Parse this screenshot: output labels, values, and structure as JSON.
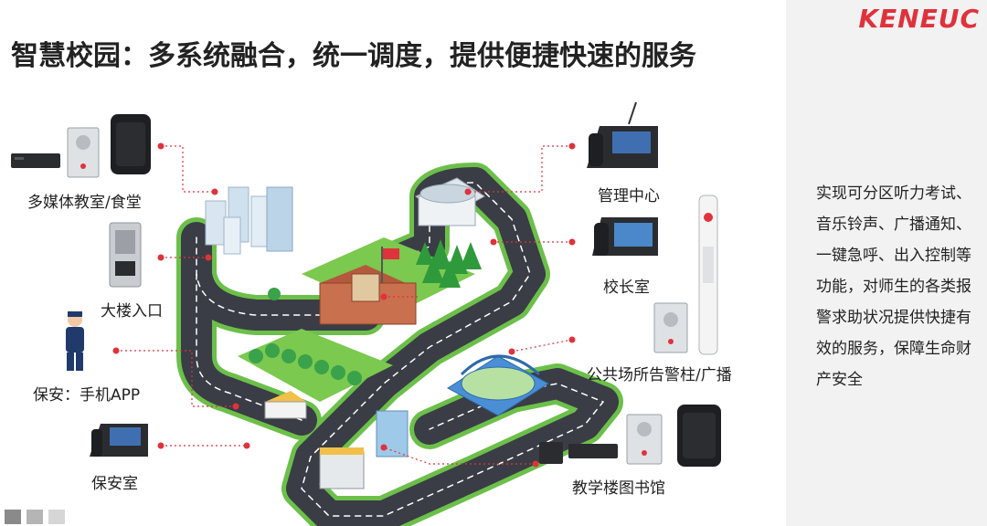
{
  "brand": {
    "logo_text": "KENEUC",
    "accent": "#e0323c"
  },
  "title": "智慧校园：多系统融合，统一调度，提供便捷快速的服务",
  "description": "实现可分区听力考试、音乐铃声、广播通知、一键急呼、出入控制等功能，对师生的各类报警求助状况提供快捷有效的服务，保障生命财产安全",
  "labels": {
    "multimedia": "多媒体教室/食堂",
    "building_entrance": "大楼入口",
    "security_app": "保安：手机APP",
    "security_room": "保安室",
    "management_center": "管理中心",
    "principal_office": "校长室",
    "public_alarm": "公共场所告警柱/广播",
    "library": "教学楼图书馆"
  },
  "colors": {
    "road": "#3a3d45",
    "grass": "#6cc04a",
    "connector": "#e0323c",
    "panel": "#f2f2f2"
  },
  "pager": [
    "page-1",
    "page-2",
    "page-3"
  ]
}
